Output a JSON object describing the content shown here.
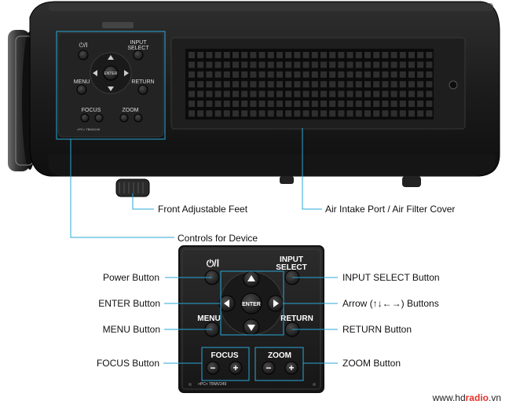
{
  "projector": {
    "panel": {
      "power_label": "⏻/Ⅰ",
      "input_select_label": "INPUT\nSELECT",
      "enter_label": "ENTER",
      "menu_label": "MENU",
      "return_label": "RETURN",
      "focus_label": "FOCUS",
      "zoom_label": "ZOOM",
      "model_code": ">PC< TBMV249"
    }
  },
  "callouts": {
    "front_feet": "Front Adjustable Feet",
    "air_intake": "Air Intake Port / Air Filter Cover",
    "controls": "Controls for Device",
    "power": "Power Button",
    "enter": "ENTER Button",
    "menu": "MENU Button",
    "focus": "FOCUS Button",
    "input_select": "INPUT SELECT Button",
    "arrow": "Arrow (↑↓←→) Buttons",
    "return": "RETURN Button",
    "zoom": "ZOOM Button"
  },
  "closeup": {
    "power_label": "⏻/Ⅰ",
    "input_label_1": "INPUT",
    "input_label_2": "SELECT",
    "enter_label": "ENTER",
    "menu_label": "MENU",
    "return_label": "RETURN",
    "focus_label": "FOCUS",
    "zoom_label": "ZOOM",
    "model_code": ">PC< TBMV249",
    "minus": "−",
    "plus": "+"
  },
  "watermark": {
    "prefix": "www.hd",
    "brand": "radio",
    "suffix": ".vn"
  },
  "colors": {
    "accent_line": "#29a8d8",
    "body_dark": "#1b1b1b",
    "panel_dark": "#222222",
    "button_dark": "#2a2a2a"
  }
}
